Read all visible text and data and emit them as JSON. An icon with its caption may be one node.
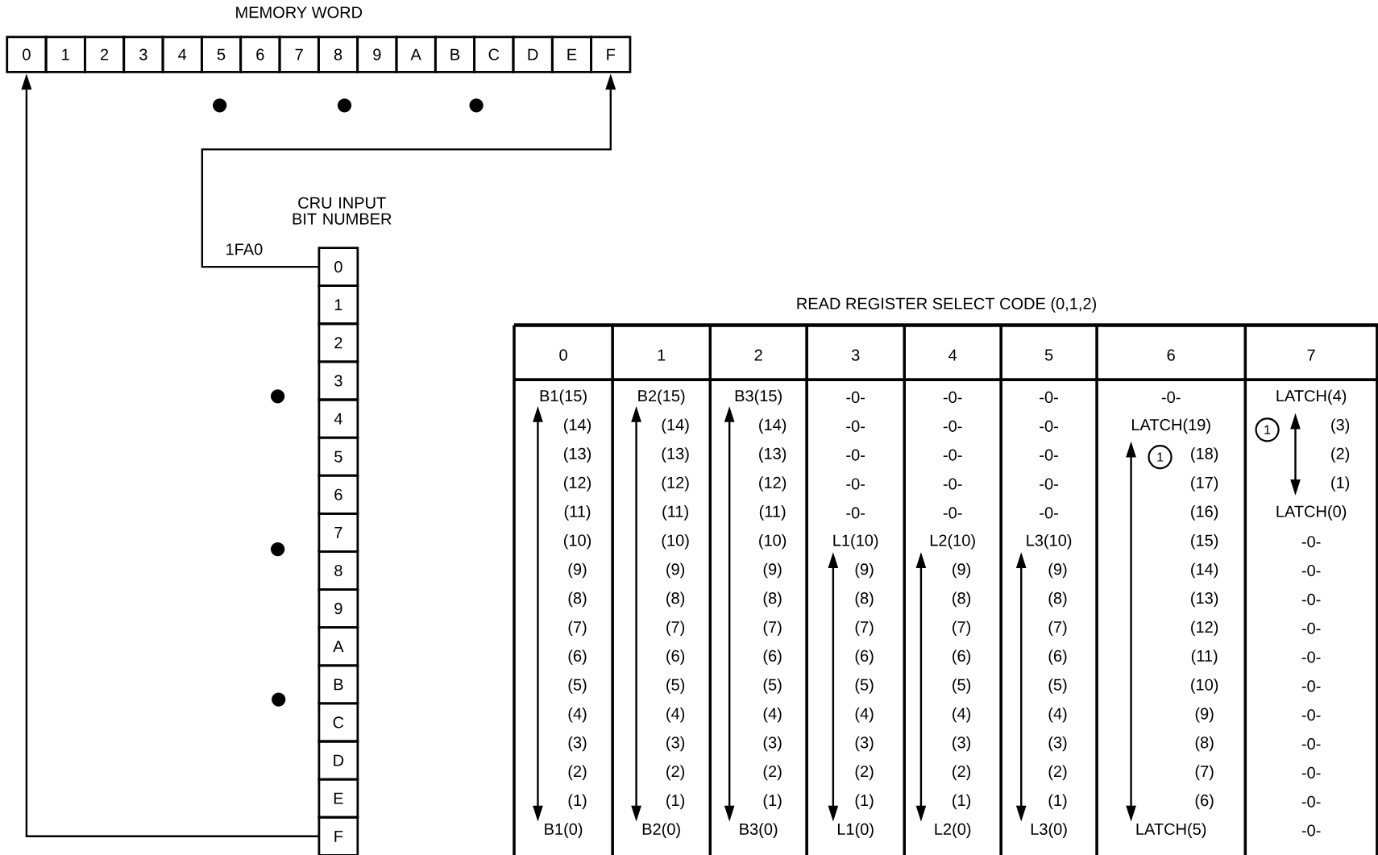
{
  "diagram": {
    "nodes": [
      {
        "text": [
          "0"
        ]
      },
      {
        "text": [
          "1"
        ]
      },
      {
        "text": [
          "2"
        ]
      },
      {
        "text": [
          "3"
        ]
      },
      {
        "text": [
          "4"
        ]
      },
      {
        "text": [
          "5"
        ]
      },
      {
        "text": [
          "6"
        ]
      },
      {
        "text": [
          "7"
        ]
      },
      {
        "text": [
          "8"
        ]
      },
      {
        "text": [
          "9"
        ]
      },
      {
        "text": [
          "A"
        ]
      },
      {
        "text": [
          "B"
        ]
      },
      {
        "text": [
          "C"
        ]
      },
      {
        "text": [
          "D"
        ]
      },
      {
        "text": [
          "E"
        ]
      },
      {
        "text": [
          "F"
        ]
      },
      {
        "text": [
          "0"
        ]
      },
      {
        "text": [
          "1"
        ]
      },
      {
        "text": [
          "2"
        ]
      },
      {
        "text": [
          "3"
        ]
      },
      {
        "text": [
          "4"
        ]
      },
      {
        "text": [
          "5"
        ]
      },
      {
        "text": [
          "6"
        ]
      },
      {
        "text": [
          "7"
        ]
      },
      {
        "text": [
          "8"
        ]
      },
      {
        "text": [
          "9"
        ]
      },
      {
        "text": [
          "A"
        ]
      },
      {
        "text": [
          "B"
        ]
      },
      {
        "text": [
          "C"
        ]
      },
      {
        "text": [
          "D"
        ]
      },
      {
        "text": [
          "E"
        ]
      },
      {
        "text": [
          "F"
        ]
      }
    ],
    "edges": [
      {
        "from": 16,
        "to": 15,
        "arrow": "to",
        "label": "1FA0"
      },
      {
        "from": 31,
        "to": 0,
        "arrow": "to"
      }
    ],
    "labels": [
      "MEMORY WORD",
      "CRU INPUT BIT NUMBER",
      "READ REGISTER SELECT CODE (0,1,2)",
      "0",
      "1",
      "2",
      "3",
      "4",
      "5",
      "6",
      "7",
      "B1(15)",
      "B2(15)",
      "B3(15)",
      "-0-",
      "-0-",
      "-0-",
      "-0-",
      "LATCH(4)",
      "(14)",
      "(14)",
      "(14)",
      "-0-",
      "-0-",
      "-0-",
      "LATCH(19)",
      "(3)",
      "(13)",
      "(13)",
      "(13)",
      "-0-",
      "-0-",
      "-0-",
      "(18)",
      "(2)",
      "(12)",
      "(12)",
      "(12)",
      "-0-",
      "-0-",
      "-0-",
      "(17)",
      "(1)",
      "(11)",
      "(11)",
      "(11)",
      "-0-",
      "-0-",
      "-0-",
      "(16)",
      "LATCH(0)",
      "(10)",
      "(10)",
      "(10)",
      "L1(10)",
      "L2(10)",
      "L3(10)",
      "(15)",
      "-0-",
      "(9)",
      "(9)",
      "(9)",
      "(9)",
      "(9)",
      "(9)",
      "(14)",
      "-0-",
      "(8)",
      "(8)",
      "(8)",
      "(8)",
      "(8)",
      "(8)",
      "(13)",
      "-0-",
      "(7)",
      "(7)",
      "(7)",
      "(7)",
      "(7)",
      "(7)",
      "(12)",
      "-0-",
      "(6)",
      "(6)",
      "(6)",
      "(6)",
      "(6)",
      "(6)",
      "(11)",
      "-0-",
      "(5)",
      "(5)",
      "(5)",
      "(5)",
      "(5)",
      "(5)",
      "(10)",
      "-0-",
      "(4)",
      "(4)",
      "(4)",
      "(4)",
      "(4)",
      "(4)",
      "(9)",
      "-0-",
      "(3)",
      "(3)",
      "(3)",
      "(3)",
      "(3)",
      "(3)",
      "(8)",
      "-0-",
      "(2)",
      "(2)",
      "(2)",
      "(2)",
      "(2)",
      "(2)",
      "(7)",
      "-0-",
      "(1)",
      "(1)",
      "(1)",
      "(1)",
      "(1)",
      "(1)",
      "(6)",
      "-0-",
      "B1(0)",
      "B2(0)",
      "B3(0)",
      "L1(0)",
      "L2(0)",
      "L3(0)",
      "LATCH(5)",
      "-0-",
      "1",
      "1"
    ]
  }
}
